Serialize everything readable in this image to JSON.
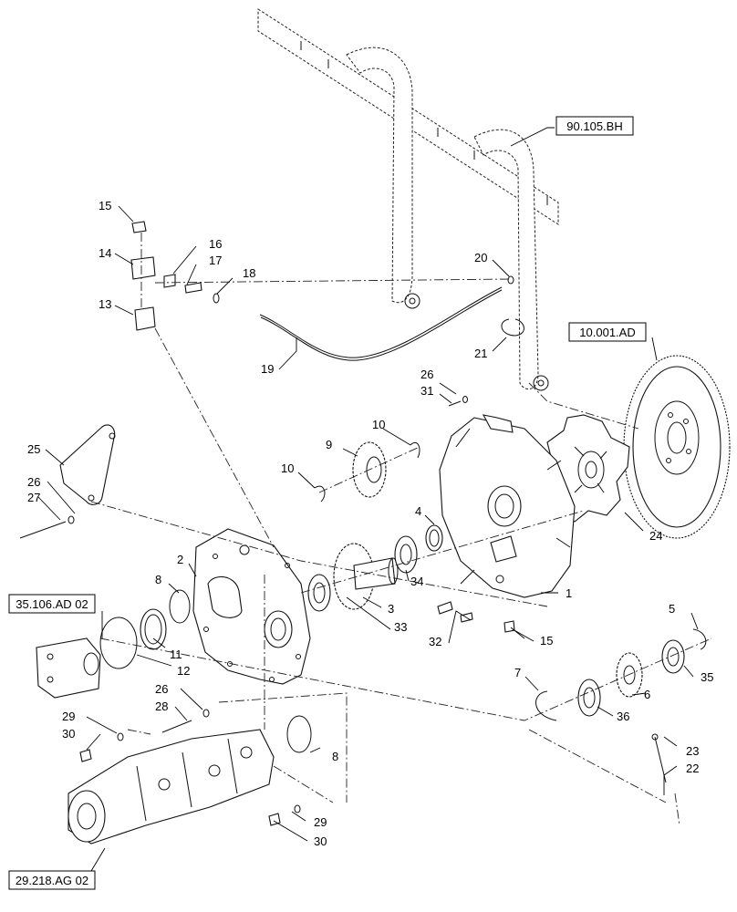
{
  "callouts": {
    "c1": "1",
    "c2": "2",
    "c3": "3",
    "c4": "4",
    "c5": "5",
    "c6": "6",
    "c7": "7",
    "c8a": "8",
    "c8b": "8",
    "c9": "9",
    "c10a": "10",
    "c10b": "10",
    "c11": "11",
    "c12": "12",
    "c13": "13",
    "c14": "14",
    "c15a": "15",
    "c15b": "15",
    "c16": "16",
    "c17": "17",
    "c18": "18",
    "c19": "19",
    "c20": "20",
    "c21": "21",
    "c22": "22",
    "c23": "23",
    "c24": "24",
    "c25": "25",
    "c26a": "26",
    "c26b": "26",
    "c26c": "26",
    "c27": "27",
    "c28": "28",
    "c29a": "29",
    "c29b": "29",
    "c30a": "30",
    "c30b": "30",
    "c31": "31",
    "c32": "32",
    "c33": "33",
    "c34": "34",
    "c35": "35",
    "c36": "36"
  },
  "references": {
    "frame": "90.105.BH",
    "flywheel": "10.001.AD",
    "pump_front": "35.106.AD 02",
    "pump_rear": "29.218.AG 02"
  }
}
